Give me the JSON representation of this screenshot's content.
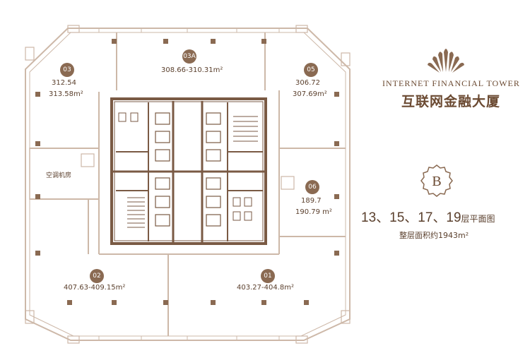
{
  "units": [
    {
      "id": "03",
      "area_low": "312.54",
      "area_high": "313.58m²"
    },
    {
      "id": "03A",
      "area": "308.66-310.31m²"
    },
    {
      "id": "05",
      "area_low": "306.72",
      "area_high": "307.69m²"
    },
    {
      "id": "06",
      "area_low": "189.7",
      "area_high": "190.79 m²"
    },
    {
      "id": "02",
      "area": "407.63-409.15m²"
    },
    {
      "id": "01",
      "area": "403.27-404.8m²"
    }
  ],
  "room_label": "空调机房",
  "brand": {
    "name_en": "INTERNET FINANCIAL TOWER",
    "name_cn": "互联网金融大厦"
  },
  "plan_type": "B",
  "floors": {
    "numbers": "13、15、17、19",
    "suffix": "层平面图",
    "total_area": "整层面积约1943m²"
  },
  "colors": {
    "wall": "#c9b2a0",
    "core": "#7a5a44",
    "accent": "#8a6a52",
    "column": "#8a6a52"
  }
}
